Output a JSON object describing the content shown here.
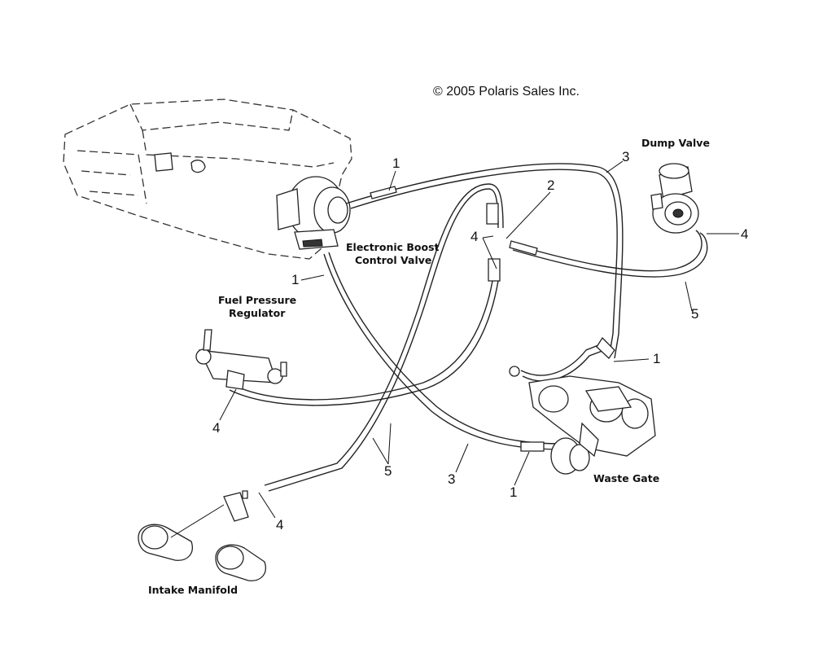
{
  "copyright": "© 2005 Polaris Sales Inc.",
  "labels": {
    "dump_valve": "Dump Valve",
    "boost_valve_line1": "Electronic Boost",
    "boost_valve_line2": "Control Valve",
    "fuel_reg_line1": "Fuel Pressure",
    "fuel_reg_line2": "Regulator",
    "waste_gate": "Waste Gate",
    "intake_manifold": "Intake Manifold"
  },
  "callouts": [
    "1",
    "3",
    "2",
    "4",
    "4",
    "1",
    "5",
    "1",
    "4",
    "5",
    "3",
    "1",
    "4"
  ]
}
